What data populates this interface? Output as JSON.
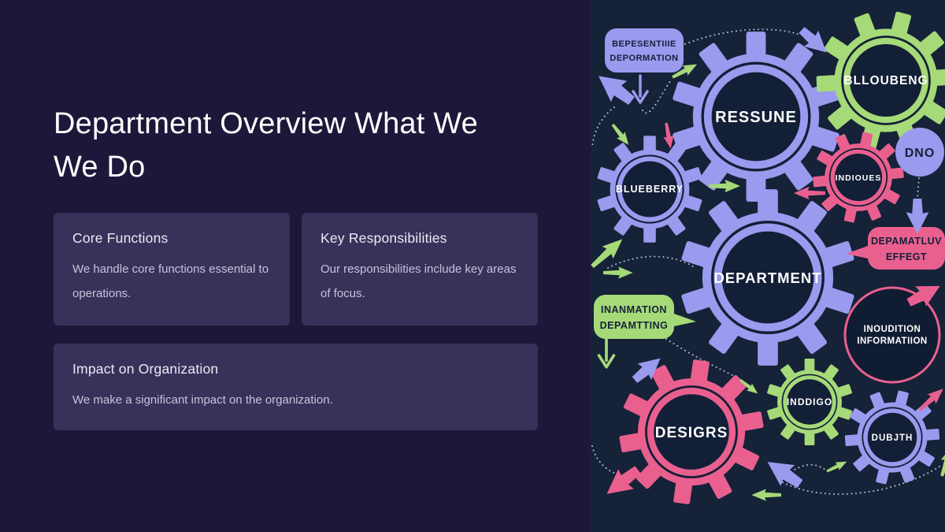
{
  "slide": {
    "title_lines": [
      "Department Overview What We",
      "We Do"
    ],
    "cards": [
      {
        "title": "Core Functions",
        "body": "We handle core functions essential to operations."
      },
      {
        "title": "Key Responsibilities",
        "body": "Our responsibilities include key areas of focus."
      },
      {
        "title": "Impact on Organization",
        "body": "We make a significant impact on the organization."
      }
    ]
  },
  "illustration": {
    "colors": {
      "purple": "#9a9aee",
      "green": "#a6d978",
      "pink": "#e9608f",
      "slide_bg": "#1f1739",
      "card_bg": "#38325a",
      "panel_bg": "#152238",
      "ink": "#14213a"
    },
    "gears": [
      {
        "label": "RESSUNE"
      },
      {
        "label": "BLLOUBENG"
      },
      {
        "label": "BLUEBERRY"
      },
      {
        "label": "INDIOUES"
      },
      {
        "label": "DEPARTMENT"
      },
      {
        "label": "DESIGRS"
      },
      {
        "label": "INDDIGO"
      },
      {
        "label": "DUBJTH"
      }
    ],
    "circles": [
      {
        "label": "DNO"
      },
      {
        "label_lines": [
          "INOUDITION",
          "INFORMATIION"
        ]
      }
    ],
    "bubbles": [
      {
        "lines": [
          "BEPESENTIIIE",
          "DEPORMATION"
        ]
      },
      {
        "lines": [
          "DEPAMATLUV",
          "EFFEGT"
        ]
      },
      {
        "lines": [
          "INANMATION",
          "DEPAMTTING"
        ]
      }
    ]
  }
}
